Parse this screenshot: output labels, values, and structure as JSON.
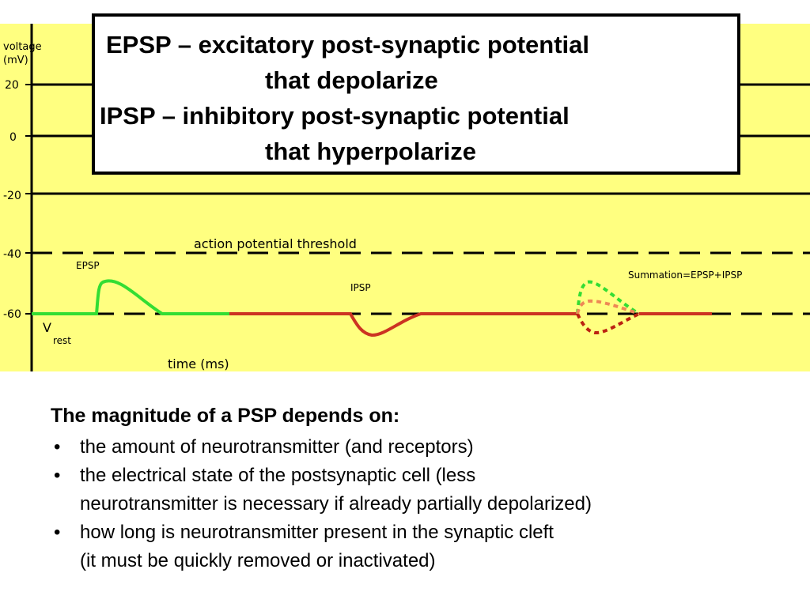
{
  "header": {
    "line1": "EPSP – excitatory post-synaptic potential",
    "line2": "that depolarize",
    "line3": "IPSP – inhibitory post-synaptic potential",
    "line4": "that hyperpolarize"
  },
  "chart": {
    "y_axis_label_line1": "voltage",
    "y_axis_label_line2": "(mV)",
    "y_ticks": [
      "20",
      "0",
      "-20",
      "-40",
      "-60"
    ],
    "threshold_label": "action potential threshold",
    "epsp_label": "EPSP",
    "ipsp_label": "IPSP",
    "summation_label": "Summation=EPSP+IPSP",
    "vrest_label_main": "V",
    "vrest_label_sub": "rest",
    "x_axis_label": "time (ms)",
    "colors": {
      "background": "#ffff80",
      "epsp": "#33dd33",
      "ipsp": "#cc3322",
      "sum": "#ee8855",
      "grid": "#000000"
    }
  },
  "chart_data": {
    "type": "line",
    "ylabel": "voltage (mV)",
    "xlabel": "time (ms)",
    "y_ticks": [
      20,
      0,
      -20,
      -40,
      -60
    ],
    "threshold_mV": -40,
    "resting_mV": -60,
    "epsp_peak_mV": -50,
    "ipsp_trough_mV": -67,
    "series": [
      {
        "name": "EPSP",
        "color": "#33dd33"
      },
      {
        "name": "IPSP",
        "color": "#cc3322"
      },
      {
        "name": "Summation=EPSP+IPSP",
        "color": "#ee8855"
      }
    ]
  },
  "notes": {
    "heading": "The magnitude of a PSP depends on:",
    "items": [
      {
        "line1": "the amount of neurotransmitter (and receptors)",
        "line2": ""
      },
      {
        "line1": "the electrical state of the postsynaptic cell (less",
        "line2": "neurotransmitter is necessary if already partially depolarized)"
      },
      {
        "line1": "how long is neurotransmitter present in the synaptic cleft",
        "line2": "(it must be quickly removed or inactivated)"
      }
    ]
  }
}
